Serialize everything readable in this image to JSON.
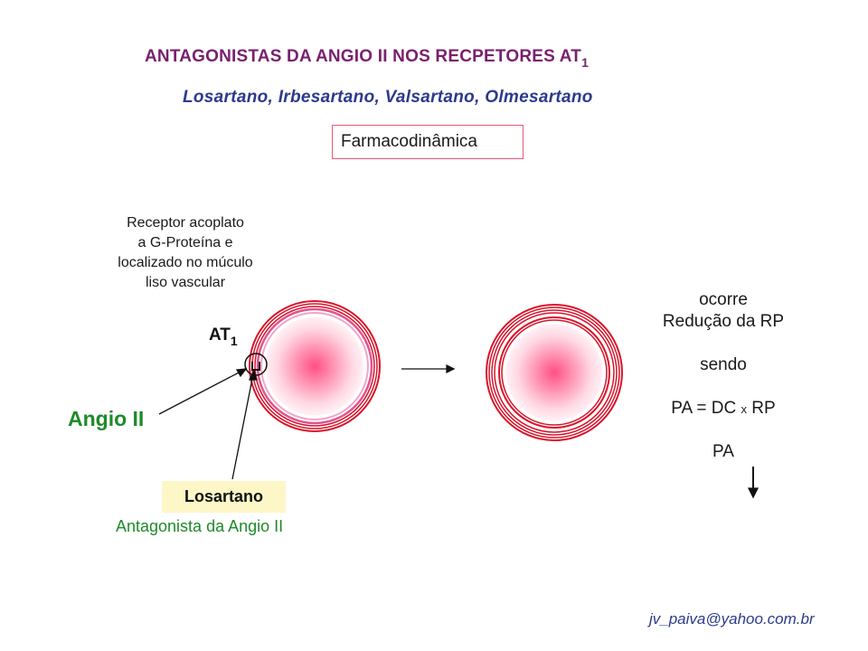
{
  "title": {
    "text": "ANTAGONISTAS DA ANGIO II NOS RECPETORES AT",
    "subscript": "1"
  },
  "subtitle": "Losartano, Irbesartano, Valsartano, Olmesartano",
  "section_label": "Farmacodinâmica",
  "receptor_note": {
    "line1": "Receptor acoplato",
    "line2": "a G-Proteína e",
    "line3": "localizado no múculo",
    "line4": "liso vascular"
  },
  "receptor_label": {
    "text": "AT",
    "subscript": "1"
  },
  "agonist_label": "Angio II",
  "drug_label": "Losartano",
  "drug_role": "Antagonista da Angio II",
  "result": {
    "line1": "ocorre",
    "line2": "Redução da RP",
    "line3": "sendo",
    "formula_left": "PA = DC ",
    "formula_x": "x",
    "formula_right": " RP",
    "line5": "PA"
  },
  "footer_email": "jv_paiva@yahoo.com.br",
  "colors": {
    "title": "#7a1f6e",
    "subtitle": "#2b3a8c",
    "green": "#1f8a2a",
    "vessel_red": "#d9142b",
    "lumen_pink": "#ff5a8a",
    "box_border": "#e8597a",
    "drug_box_bg": "#fdf7c8"
  }
}
